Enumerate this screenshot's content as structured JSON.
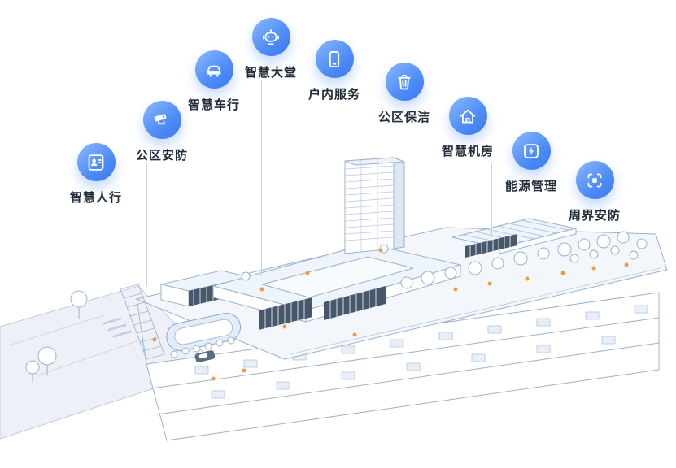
{
  "diagram": {
    "accent_color": "#4a8bf7",
    "features": [
      {
        "label": "智慧人行",
        "icon": "id-badge-icon"
      },
      {
        "label": "公区安防",
        "icon": "cctv-camera-icon"
      },
      {
        "label": "智慧车行",
        "icon": "car-icon"
      },
      {
        "label": "智慧大堂",
        "icon": "robot-icon"
      },
      {
        "label": "户内服务",
        "icon": "smartphone-icon"
      },
      {
        "label": "公区保洁",
        "icon": "trash-bin-icon"
      },
      {
        "label": "智慧机房",
        "icon": "house-icon"
      },
      {
        "label": "能源管理",
        "icon": "lightning-icon"
      },
      {
        "label": "周界安防",
        "icon": "perimeter-frame-icon"
      }
    ]
  }
}
